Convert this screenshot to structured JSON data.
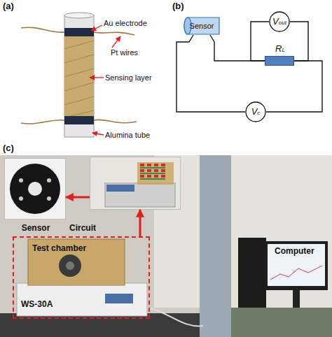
{
  "diagram": {
    "nodes": [
      {
        "text": [
          "Sensor"
        ]
      },
      {
        "text": [
          "Vout"
        ]
      },
      {
        "text": [
          "RL"
        ]
      },
      {
        "text": [
          "Vc"
        ]
      },
      {
        "text": [
          "Sensor"
        ]
      },
      {
        "text": [
          "Circuit"
        ]
      },
      {
        "text": [
          "Test chamber",
          "WS-30A"
        ]
      }
    ],
    "edges": [
      {
        "from": 0,
        "to": 2,
        "arrow": "none"
      },
      {
        "from": 1,
        "to": 2,
        "arrow": "none"
      },
      {
        "from": 1,
        "to": 2,
        "arrow": "none"
      },
      {
        "from": 2,
        "to": 3,
        "arrow": "none"
      },
      {
        "from": 0,
        "to": 3,
        "arrow": "none"
      },
      {
        "from": 5,
        "to": 4,
        "arrow": "to"
      },
      {
        "from": 6,
        "to": 5,
        "arrow": "to"
      }
    ],
    "labels": [
      "(a)",
      "Au electrode",
      "Pt wires",
      "Sensing layer",
      "Alumina tube",
      "(b)",
      "(c)",
      "Computer"
    ]
  }
}
